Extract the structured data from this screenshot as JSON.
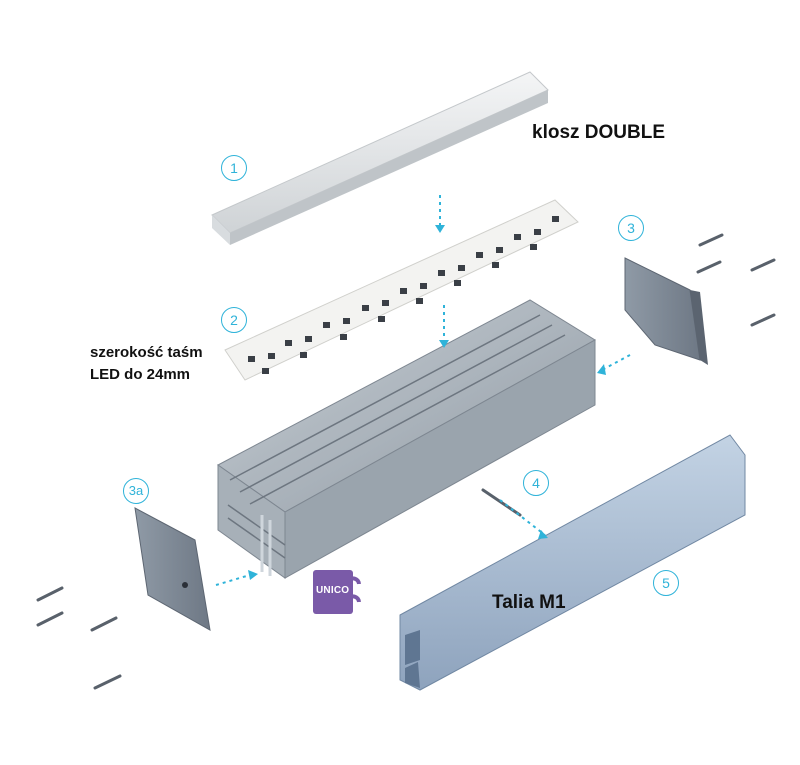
{
  "labels": {
    "cover": "klosz DOUBLE",
    "strip_width_line1": "szerokość taśm",
    "strip_width_line2": "LED do 24mm",
    "profile": "Talia M1"
  },
  "callouts": [
    "1",
    "2",
    "3",
    "3a",
    "4",
    "5"
  ],
  "logo": {
    "text": "UNICO",
    "color": "#7a5aa8"
  },
  "colors": {
    "accent": "#2fb3d9",
    "aluminium": "#b8c0c8"
  }
}
